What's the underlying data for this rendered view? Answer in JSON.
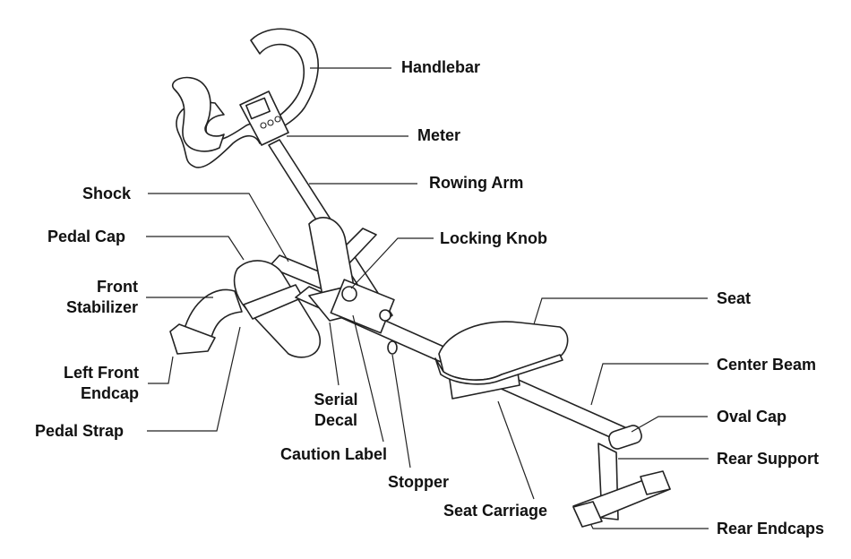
{
  "labels": {
    "handlebar": "Handlebar",
    "meter": "Meter",
    "rowing_arm": "Rowing Arm",
    "shock": "Shock",
    "locking_knob": "Locking Knob",
    "pedal_cap": "Pedal Cap",
    "front_stabilizer_1": "Front",
    "front_stabilizer_2": "Stabilizer",
    "seat": "Seat",
    "center_beam": "Center Beam",
    "left_front_endcap_1": "Left Front",
    "left_front_endcap_2": "Endcap",
    "serial_decal_1": "Serial",
    "serial_decal_2": "Decal",
    "oval_cap": "Oval Cap",
    "pedal_strap": "Pedal Strap",
    "caution_label": "Caution Label",
    "rear_support": "Rear Support",
    "stopper": "Stopper",
    "seat_carriage": "Seat Carriage",
    "rear_endcaps": "Rear Endcaps"
  }
}
